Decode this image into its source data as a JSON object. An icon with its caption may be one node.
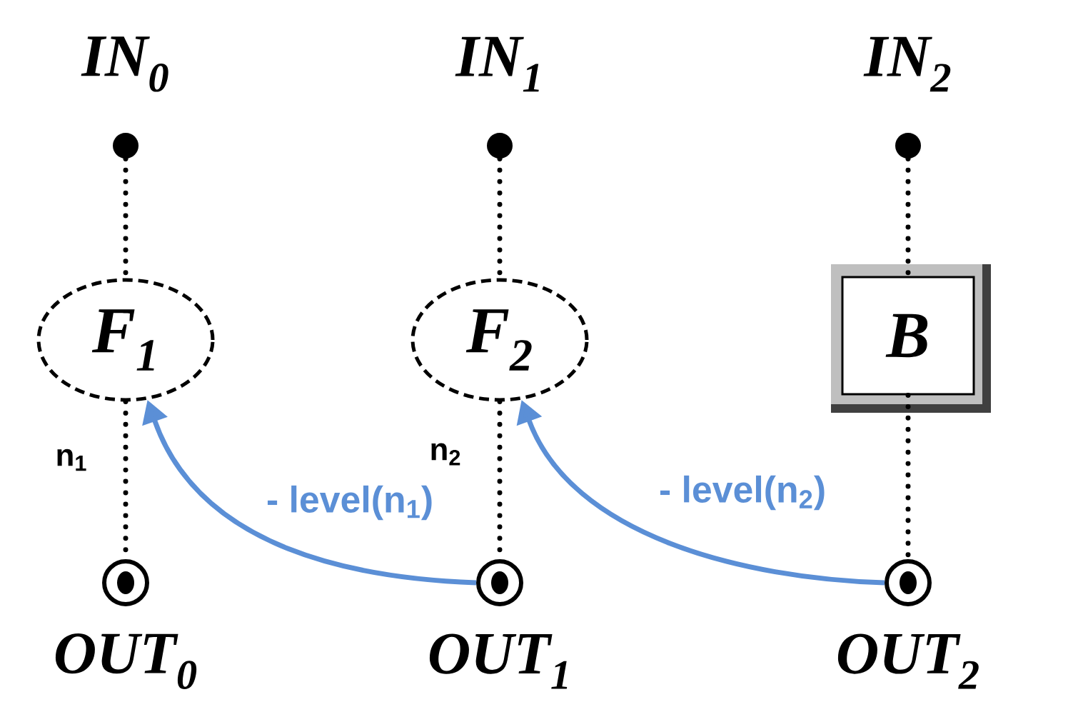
{
  "diagram": {
    "nodes": [
      {
        "text": [],
        "shape": "circle",
        "beside": [
          "IN$_{0}$"
        ]
      },
      {
        "text": [],
        "shape": "circle",
        "beside": [
          "IN$_{1}$"
        ]
      },
      {
        "text": [],
        "shape": "circle",
        "beside": [
          "IN$_{2}$"
        ]
      },
      {
        "text": [
          "F$_{1}$"
        ]
      },
      {
        "text": [
          "F$_{2}$"
        ]
      },
      {
        "text": [
          "B"
        ]
      },
      {
        "text": [],
        "shape": "circle",
        "beside": [
          "OUT$_{0}$"
        ]
      },
      {
        "text": [],
        "shape": "circle",
        "beside": [
          "OUT$_{1}$"
        ]
      },
      {
        "text": [],
        "shape": "circle",
        "beside": [
          "OUT$_{2}$"
        ]
      }
    ],
    "edges": [
      {
        "from": 0,
        "to": 3,
        "arrow": "none",
        "style": "dashed"
      },
      {
        "from": 1,
        "to": 4,
        "arrow": "none",
        "style": "dashed"
      },
      {
        "from": 2,
        "to": 5,
        "arrow": "none",
        "style": "dashed"
      },
      {
        "from": 3,
        "to": 6,
        "arrow": "none",
        "style": "dashed"
      },
      {
        "from": 4,
        "to": 7,
        "arrow": "none",
        "style": "dashed"
      },
      {
        "from": 5,
        "to": 8,
        "arrow": "none",
        "style": "dashed"
      },
      {
        "from": 7,
        "to": 3,
        "arrow": "to",
        "color": "#5b8fd6",
        "label": "- level(n$_{1}$)"
      },
      {
        "from": 8,
        "to": 4,
        "arrow": "to",
        "color": "#5b8fd6",
        "label": "- level(n$_{2}$)"
      }
    ],
    "labels": [
      "n$_{1}$",
      "n$_{2}$"
    ]
  }
}
